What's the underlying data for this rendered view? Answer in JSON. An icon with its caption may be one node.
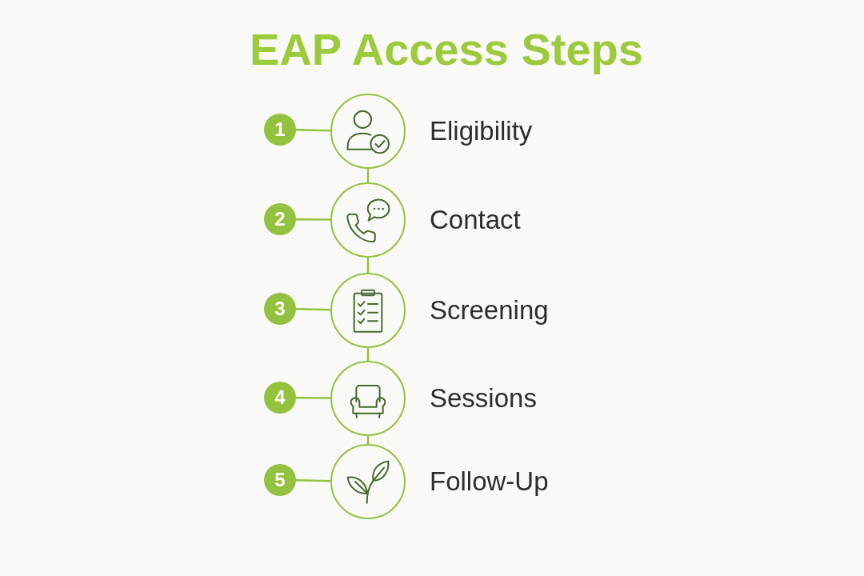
{
  "diagram": {
    "title": "EAP Access Steps",
    "nodes": [
      {
        "text": [
          "1"
        ]
      },
      {
        "text": [],
        "shape": "circle",
        "beside": [
          "Eligibility"
        ]
      },
      {
        "text": [
          "2"
        ]
      },
      {
        "text": [],
        "shape": "circle",
        "beside": [
          "Contact"
        ]
      },
      {
        "text": [
          "3"
        ]
      },
      {
        "text": [],
        "shape": "circle",
        "beside": [
          "Screening"
        ]
      },
      {
        "text": [
          "4"
        ]
      },
      {
        "text": [],
        "shape": "circle",
        "beside": [
          "Sessions"
        ]
      },
      {
        "text": [
          "5"
        ]
      },
      {
        "text": [],
        "shape": "circle",
        "beside": [
          "Follow-Up"
        ]
      }
    ],
    "edges": [
      {
        "from": 0,
        "to": 1,
        "arrow": "none"
      },
      {
        "from": 1,
        "to": 3,
        "arrow": "none"
      },
      {
        "from": 2,
        "to": 3,
        "arrow": "none"
      },
      {
        "from": 3,
        "to": 5,
        "arrow": "none"
      },
      {
        "from": 4,
        "to": 5,
        "arrow": "none"
      },
      {
        "from": 5,
        "to": 7,
        "arrow": "none"
      },
      {
        "from": 6,
        "to": 7,
        "arrow": "none"
      },
      {
        "from": 7,
        "to": 9,
        "arrow": "none"
      },
      {
        "from": 8,
        "to": 9,
        "arrow": "none"
      }
    ]
  }
}
